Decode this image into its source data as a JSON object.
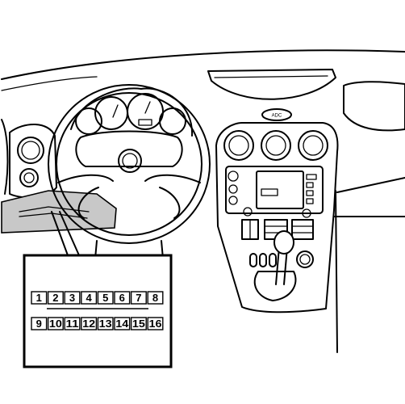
{
  "console": {
    "badge_text": "ADC"
  },
  "connector": {
    "top_row": [
      "1",
      "2",
      "3",
      "4",
      "5",
      "6",
      "7",
      "8"
    ],
    "bottom_row": [
      "9",
      "10",
      "11",
      "12",
      "13",
      "14",
      "15",
      "16"
    ]
  },
  "colors": {
    "highlight": "#c8c8c8",
    "line": "#000000",
    "background": "#ffffff"
  }
}
